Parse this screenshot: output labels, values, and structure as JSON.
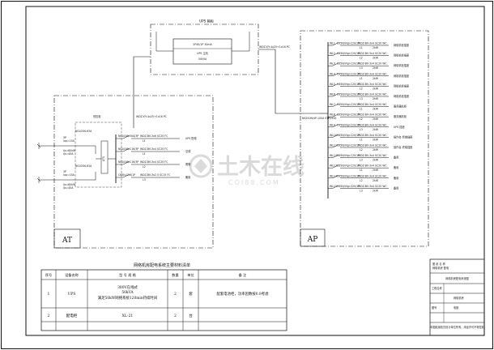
{
  "ups_box": {
    "title": "UPS 箱柜",
    "breaker": "2P40/1P 30mA",
    "unit_line1": "UPS 主机",
    "unit_line2": "50kVA"
  },
  "cables": {
    "ups_to_ap": "WDZ-YJY-4x25+1x16 PC",
    "at_to_ups": "WDZ-YJY-4x25+1x16 PC",
    "ap_main": "NS250N/4P-100A STR22SE"
  },
  "at_panel": {
    "label": "AT",
    "sub_title": "低压柜",
    "source_a": {
      "switch": "NS100N-63A",
      "notes": [
        "3P",
        "Iop=15A",
        "Ijs=60kW",
        "Ijs=40A"
      ]
    },
    "source_b": {
      "switch": "NS100N-63A",
      "notes": [
        "3P",
        "Iop=15A",
        "Ijs=60kW",
        "Ijs=40A"
      ]
    },
    "ats_label": "ATS",
    "circuits": [
      {
        "breaker": "NS100N-50A/3P",
        "cable": "WDZ-BV-3x6 SC20 FC",
        "phase": "L1",
        "load": "UPS 配电"
      },
      {
        "breaker": "NS100N-C16/3P",
        "cable": "WDZ-BV-3x4 SC20 FC",
        "phase": "L1",
        "load": "空调"
      },
      {
        "breaker": "NS100N-C16/3P",
        "cable": "WDZ-BV-3x4 SC20 FC",
        "phase": "L2",
        "load": "照明"
      },
      {
        "breaker": "C65N-C16/1P",
        "cable": "WDZ-BV-3x2.5 SC15 FC",
        "phase": "L3",
        "load": "备用"
      }
    ]
  },
  "ap_panel": {
    "label": "AP",
    "circuits": [
      {
        "code": "WL1",
        "breaker": "C65N/Vigi-C20/1P",
        "cable": "WDZ-BV-3x4 SC20 WC",
        "phase": "L1",
        "power": "2kW",
        "load": "网络机柜插座"
      },
      {
        "code": "WL2",
        "breaker": "C65N/Vigi-C20/1P",
        "cable": "WDZ-BV-3x4 SC20 WC",
        "phase": "L2",
        "power": "2kW",
        "load": "网络机柜插座"
      },
      {
        "code": "WL3",
        "breaker": "C65N/Vigi-C20/1P",
        "cable": "WDZ-BV-3x4 SC20 WC",
        "phase": "L3",
        "power": "2kW",
        "load": "网络机柜插座"
      },
      {
        "code": "WL4",
        "breaker": "C65N/Vigi-C20/1P",
        "cable": "WDZ-BV-3x4 SC20 WC",
        "phase": "L1",
        "power": "2kW",
        "load": "网络机柜插座"
      },
      {
        "code": "WL5",
        "breaker": "C65N/Vigi-C20/1P",
        "cable": "WDZ-BV-3x4 SC20 WC",
        "phase": "L2",
        "power": "2kW",
        "load": "网络机柜插座"
      },
      {
        "code": "WL6",
        "breaker": "C65N/Vigi-C20/1P",
        "cable": "WDZ-BV-3x4 SC20 WC",
        "phase": "L3",
        "power": "2kW",
        "load": "网络机柜插座"
      },
      {
        "code": "WL7",
        "breaker": "C65N/Vigi-C20/1P",
        "cable": "WDZ-BV-3x4 SC20 WC",
        "phase": "L1",
        "power": "2kW",
        "load": "服务器机柜"
      },
      {
        "code": "WL8",
        "breaker": "C65N/Vigi-C20/1P",
        "cable": "WDZ-BV-3x4 SC20 WC",
        "phase": "L2",
        "power": "2kW",
        "load": "服务器机柜"
      },
      {
        "code": "WL9",
        "breaker": "C65N/Vigi-C20/1P",
        "cable": "WDZ-BV-3x4 SC20 WC",
        "phase": "L3",
        "power": "2kW",
        "load": "UPS 插座"
      },
      {
        "code": "WL10",
        "breaker": "C65N/Vigi-C20/1P",
        "cable": "WDZ-BV-3x4 SC20 WC",
        "phase": "L1",
        "power": "2kW",
        "load": "操作台 终端插座"
      },
      {
        "code": "WL11",
        "breaker": "C65N/Vigi-C20/1P",
        "cable": "WDZ-BV-3x4 SC20 WC",
        "phase": "L2",
        "power": "2kW",
        "load": "操作台 终端插座"
      },
      {
        "code": "WL12",
        "breaker": "C65N/Vigi-C20/1P",
        "cable": "WDZ-BV-3x4 SC20 WC",
        "phase": "L3",
        "power": "2kW",
        "load": "备用"
      },
      {
        "code": "WL13",
        "breaker": "C65N/Vigi-C20/1P",
        "cable": "WDZ-BV-3x4 SC20 WC",
        "phase": "L1",
        "power": "2kW",
        "load": "备用"
      },
      {
        "code": "WL14",
        "breaker": "C65N/Vigi-C20/1P",
        "cable": "WDZ-BV-3x4 SC20 WC",
        "phase": "L2",
        "power": "2kW",
        "load": "备用"
      },
      {
        "code": "WL15",
        "breaker": "C65N/Vigi-C20/1P",
        "cable": "WDZ-BV-3x4 SC20 WC",
        "phase": "L3",
        "power": "2kW",
        "load": "备用"
      }
    ]
  },
  "table": {
    "title": "网络机房配电系统主要材料清单",
    "headers": [
      "序号",
      "设备名称",
      "型 号 规 格",
      "数量",
      "单位",
      "备    注"
    ],
    "rows": [
      {
        "no": "1",
        "name": "UPS",
        "spec": [
          "380V在线式",
          "50kVA",
          "满足50kW网络系统120min持续时间"
        ],
        "qty": "2",
        "unit": "套",
        "note": "配套电池柜，功率因数按0.8考虑"
      },
      {
        "no": "2",
        "name": "配电柜",
        "spec": [
          "XL-21"
        ],
        "qty": "2",
        "unit": "台",
        "note": ""
      }
    ]
  },
  "title_block": {
    "org_line1": "图 纸 名 称",
    "org_line2": "网络机房 配电",
    "drawing_name": "网络机房配电系统图",
    "field_label": "工程名称",
    "field_value": "网络机房",
    "scale_label": "图号",
    "scale_value": "电施",
    "footer": "本图纸版权归设计单位所有，未经许可不得复制"
  },
  "watermark": {
    "brand": "土木在线",
    "url": "COI88.COM"
  },
  "colors": {
    "line": "#111111",
    "watermark": "#bdbdbd",
    "background": "#ffffff"
  }
}
